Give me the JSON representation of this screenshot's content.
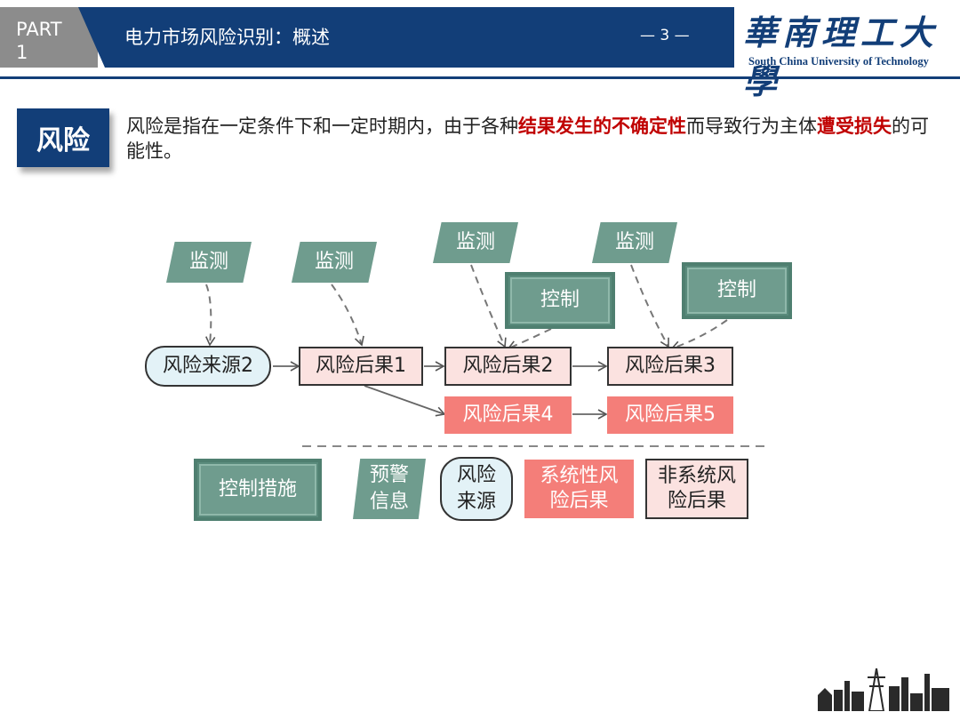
{
  "header": {
    "part_label": "PART",
    "part_number": "1",
    "title": "电力市场风险识别：概述",
    "page": "— 3 —",
    "logo_cn": "華南理工大學",
    "logo_en": "South China University of Technology"
  },
  "definition": {
    "badge": "风险",
    "text_1": "风险是指在一定条件下和一定时期内，由于各种",
    "em_1": "结果发生的不确定性",
    "text_2": "而导致行为主体",
    "em_2": "遭受损失",
    "text_3": "的可能性。"
  },
  "diagram": {
    "monitors": [
      "监测",
      "监测",
      "监测",
      "监测"
    ],
    "controls": [
      "控制",
      "控制"
    ],
    "source": "风险来源2",
    "consequences": [
      "风险后果1",
      "风险后果2",
      "风险后果3"
    ],
    "systemic": [
      "风险后果4",
      "风险后果5"
    ]
  },
  "legend": {
    "control": "控制措施",
    "warning": [
      "预警",
      "信息"
    ],
    "source": [
      "风险",
      "来源"
    ],
    "systemic": [
      "系统性风",
      "险后果"
    ],
    "nonsystemic": [
      "非系统风",
      "险后果"
    ]
  },
  "colors": {
    "navy": "#123e78",
    "green": "#6f9c8e",
    "pink_light": "#fbe2e0",
    "red": "#f47e79",
    "cyan_light": "#e3f2f7",
    "emphasis": "#c00000"
  }
}
